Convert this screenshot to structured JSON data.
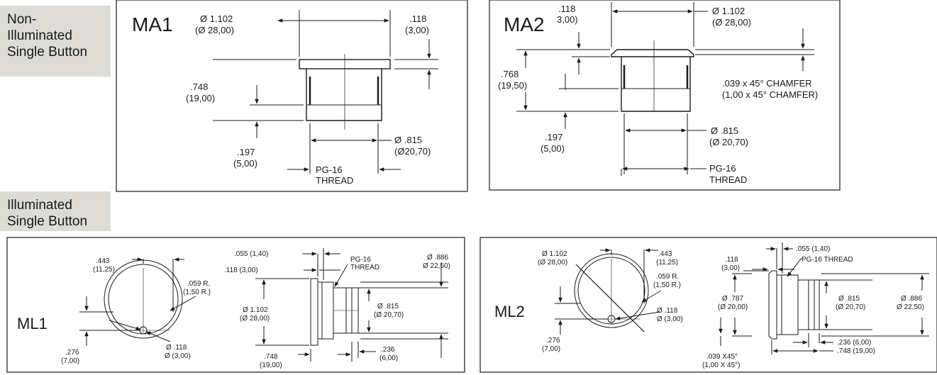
{
  "sections": {
    "non_illuminated": {
      "lines": [
        "Non-",
        "Illuminated",
        "Single Button"
      ]
    },
    "illuminated": {
      "lines": [
        "Illuminated",
        "Single Button"
      ]
    }
  },
  "ma1": {
    "title": "MA1",
    "dia_in": "Ø 1.102",
    "dia_mm": "(Ø 28,00)",
    "flange_in": ".118",
    "flange_mm": "(3,00)",
    "len_in": ".748",
    "len_mm": "(19,00)",
    "unthr_in": ".197",
    "unthr_mm": "(5,00)",
    "thr_in": "Ø .815",
    "thr_mm": "(Ø20,70)",
    "thread_1": "PG-16",
    "thread_2": "THREAD"
  },
  "ma2": {
    "title": "MA2",
    "flange_in": ".118",
    "flange_mm": "3,00)",
    "dia_in": "Ø 1.102",
    "dia_mm": "(Ø 28,00)",
    "len_in": ".768",
    "len_mm": "(19,50)",
    "chamfer_in": ".039 x 45° CHAMFER",
    "chamfer_mm": "(1,00 x 45° CHAMFER)",
    "unthr_in": ".197",
    "unthr_mm": "(5,00)",
    "thr_in": "Ø .815",
    "thr_mm": "(Ø 20,70)",
    "thread_1": "PG-16",
    "thread_2": "THREAD"
  },
  "ml1": {
    "title": "ML1",
    "offset_in": ".443",
    "offset_mm": "(11,25)",
    "radius_in": ".059 R.",
    "radius_mm": "(1,50 R.)",
    "height_in": ".276",
    "height_mm": "(7,00)",
    "hole_in": "Ø .118",
    "hole_mm": "Ø (3,00)",
    "gap_in": ".055 (1,40)",
    "flange": ".118 (3,00)",
    "thread_1": "PG-16",
    "thread_2": "THREAD",
    "outer_in": "Ø .886",
    "outer_mm": "Ø 22,50)",
    "dia_in": "Ø 1.102",
    "dia_mm": "(Ø 28,00)",
    "thr_in": "Ø .815",
    "thr_mm": "(Ø 20,70)",
    "len_in": ".748",
    "len_mm": "(19,00)",
    "tail_in": ".236",
    "tail_mm": "(6,00)"
  },
  "ml2": {
    "title": "ML2",
    "dia_in": "Ø 1.102",
    "dia_mm": "(Ø 28,00)",
    "offset_in": ".443",
    "offset_mm": "(11,25)",
    "radius_in": ".059 R.",
    "radius_mm": "(1,50 R.)",
    "hole_in": "Ø .118",
    "hole_mm": "Ø (3,00)",
    "height_in": ".276",
    "height_mm": "(7,00)",
    "gap": ".055 (1,40)",
    "thread": "PG-16 THREAD",
    "flange_in": ".118",
    "flange_mm": "(3,00)",
    "inner_in": "Ø .787",
    "inner_mm": "(Ø 20,00)",
    "thr_in": "Ø .815",
    "thr_mm": "(Ø 20,70)",
    "outer_in": "Ø .886",
    "outer_mm": "Ø 22,50)",
    "tail": ".236 (6,00)",
    "len": ".748 (19,00)",
    "chamfer_in": ".039 X45°",
    "chamfer_mm": "(1,00 X 45°)"
  },
  "colors": {
    "panel_bg": "#dcdbd6",
    "line": "#1a1a1a",
    "frame": "#2a2a2a"
  }
}
